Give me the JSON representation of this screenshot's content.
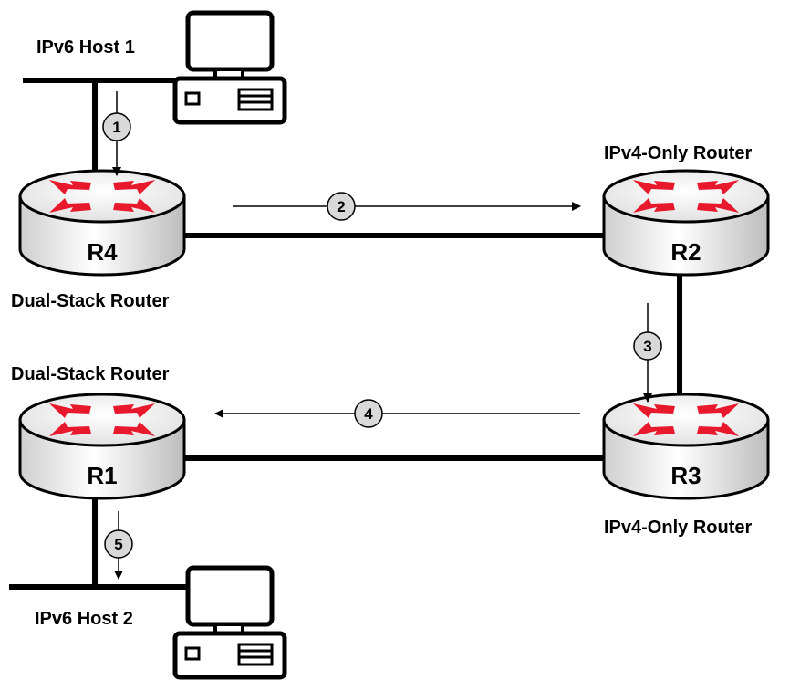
{
  "routers": [
    {
      "id": "R4",
      "label": "R4",
      "role": "Dual-Stack Router"
    },
    {
      "id": "R2",
      "label": "R2",
      "role": "IPv4-Only Router"
    },
    {
      "id": "R3",
      "label": "R3",
      "role": "IPv4-Only Router"
    },
    {
      "id": "R1",
      "label": "R1",
      "role": "Dual-Stack Router"
    }
  ],
  "hosts": [
    {
      "id": "host1",
      "label": "IPv6 Host 1"
    },
    {
      "id": "host2",
      "label": "IPv6 Host 2"
    }
  ],
  "steps": [
    "1",
    "2",
    "3",
    "4",
    "5"
  ],
  "colors": {
    "arrow_red": "#e8192c",
    "router_top": "#f2f2f2",
    "step_fill": "#d9d9d9",
    "line": "#000000"
  }
}
